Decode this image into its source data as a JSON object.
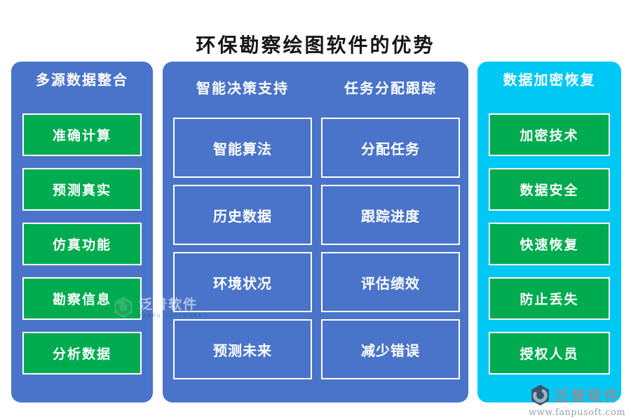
{
  "title": "环保勘察绘图软件的优势",
  "colors": {
    "panel_blue": "#4a74c9",
    "panel_cyan": "#00c8f5",
    "button_green": "#00ac4f",
    "box_border": "#ffffff",
    "title_text": "#151515",
    "panel_text": "#ffffff",
    "watermark_gray": "#8b9198"
  },
  "panels": {
    "left": {
      "header": "多源数据整合",
      "items": [
        "准确计算",
        "预测真实",
        "仿真功能",
        "勘察信息",
        "分析数据"
      ]
    },
    "middle": {
      "columns": [
        {
          "header": "智能决策支持",
          "items": [
            "智能算法",
            "历史数据",
            "环境状况",
            "预测未来"
          ]
        },
        {
          "header": "任务分配跟踪",
          "items": [
            "分配任务",
            "跟踪进度",
            "评估绩效",
            "减少错误"
          ]
        }
      ]
    },
    "right": {
      "header": "数据加密恢复",
      "items": [
        "加密技术",
        "数据安全",
        "快速恢复",
        "防止丢失",
        "授权人员"
      ]
    }
  },
  "watermarks": {
    "center": {
      "brand": "泛普软件",
      "sub": "FANPU SOFTWARE"
    },
    "bottom_right": {
      "brand": "泛普软件",
      "url": "www.fanpusoft.com"
    }
  }
}
